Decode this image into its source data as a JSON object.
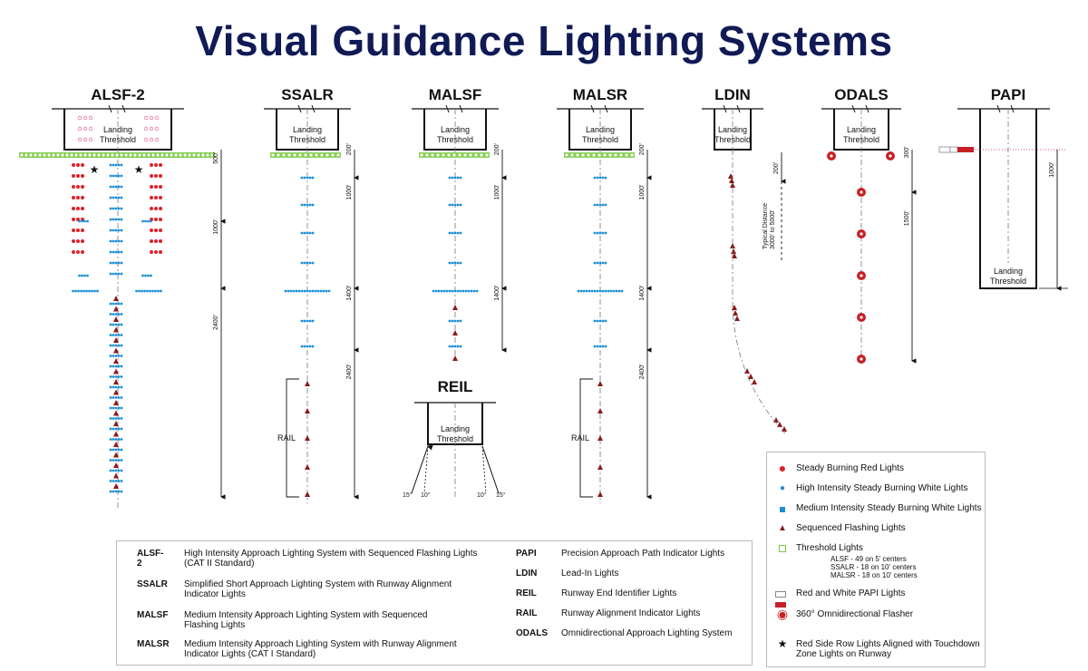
{
  "title": "Visual Guidance Lighting Systems",
  "colors": {
    "title": "#101a55",
    "red": "#e0202a",
    "blue": "#1a8fd6",
    "threshold": "#7ac943",
    "flasher": "#c62026",
    "triangle": "#8a1a1a"
  },
  "systems": {
    "alsf2": "ALSF-2",
    "ssalr": "SSALR",
    "malsf": "MALSF",
    "malsr": "MALSR",
    "ldin": "LDIN",
    "odals": "ODALS",
    "papi": "PAPI",
    "reil": "REIL"
  },
  "threshold_label_1": "Landing",
  "threshold_label_2": "Threshold",
  "distances": {
    "d200": "200'",
    "d500": "500'",
    "d1000": "1000'",
    "d1400": "1400'",
    "d2400": "2400'",
    "d300": "300'",
    "d1500": "1500'",
    "ldin_typ_1": "Typical Distance",
    "ldin_typ_2": "3000' to 5000'"
  },
  "rail_label": "RAIL",
  "reil_angles": {
    "a15": "15°",
    "a10": "10°"
  },
  "legend": {
    "steady_red": "Steady Burning Red Lights",
    "hi_white": "High Intensity Steady Burning White Lights",
    "med_white": "Medium Intensity Steady Burning White Lights",
    "seq_flash": "Sequenced Flashing Lights",
    "threshold": "Threshold Lights",
    "threshold_alsf": "ALSF - 49 on 5' centers",
    "threshold_ssalr": "SSALR - 18 on 10' centers",
    "threshold_malsr": "MALSR - 18 on 10' centers",
    "papi_lights": "Red and White PAPI Lights",
    "omni": "360° Omnidirectional Flasher",
    "side_row_1": "Red Side Row Lights Aligned with Touchdown",
    "side_row_2": "Zone Lights on Runway"
  },
  "glossary": {
    "left": [
      {
        "abbr": "ALSF-2",
        "desc1": "High Intensity Approach Lighting System with Sequenced Flashing Lights",
        "desc2": "(CAT II Standard)"
      },
      {
        "abbr": "SSALR",
        "desc1": "Simplified Short Approach Lighting System with Runway Alignment",
        "desc2": "Indicator Lights"
      },
      {
        "abbr": "MALSF",
        "desc1": "Medium Intensity Approach Lighting System with Sequenced",
        "desc2": "Flashing Lights"
      },
      {
        "abbr": "MALSR",
        "desc1": "Medium Intensity Approach Lighting System with Runway Alignment",
        "desc2": "Indicator Lights (CAT I Standard)"
      }
    ],
    "right": [
      {
        "abbr": "PAPI",
        "desc1": "Precision Approach Path Indicator Lights"
      },
      {
        "abbr": "LDIN",
        "desc1": "Lead-In Lights"
      },
      {
        "abbr": "REIL",
        "desc1": "Runway End Identifier Lights"
      },
      {
        "abbr": "RAIL",
        "desc1": "Runway Alignment Indicator Lights"
      },
      {
        "abbr": "ODALS",
        "desc1": "Omnidirectional Approach Lighting System"
      }
    ]
  }
}
